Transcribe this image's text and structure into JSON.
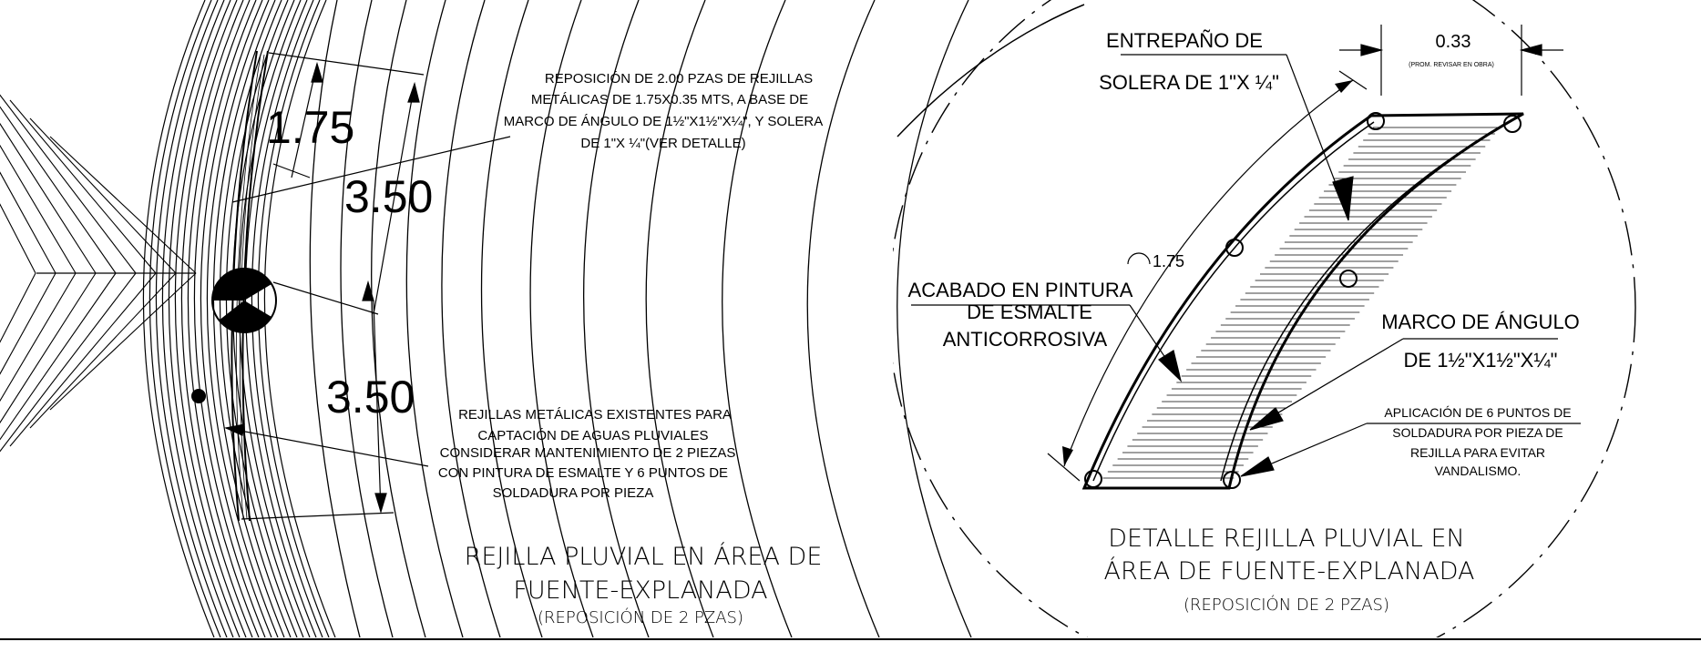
{
  "left_detail": {
    "dim_grate_length": "1.75",
    "dim_upper": "3.50",
    "dim_lower": "3.50",
    "note_replacement": [
      "REPOSICIÓN DE 2.00 PZAS DE REJILLAS",
      "METÁLICAS DE 1.75X0.35 MTS, A BASE DE",
      "MARCO DE ÁNGULO DE 1½\"X1½\"X¼\", Y SOLERA",
      "DE 1\"X ¼\"(VER DETALLE)"
    ],
    "note_existing": [
      "REJILLAS METÁLICAS EXISTENTES PARA",
      "CAPTACIÓN DE AGUAS PLUVIALES",
      "CONSIDERAR MANTENIMIENTO DE 2 PIEZAS",
      "CON PINTURA DE ESMALTE Y 6 PUNTOS DE",
      "SOLDADURA POR PIEZA"
    ],
    "title_line1": "REJILLA PLUVIAL EN ÁREA DE",
    "title_line2": "FUENTE-EXPLANADA",
    "subtitle": "(REPOSICIÓN DE 2 PZAS)"
  },
  "right_detail": {
    "label_panel_line1": "ENTREPAÑO DE",
    "label_panel_line2": "SOLERA DE 1\"X ¼\"",
    "dim_width": "0.33",
    "dim_width_note": "(PROM. REVISAR EN OBRA)",
    "dim_arc": "1.75",
    "label_finish": [
      "ACABADO EN PINTURA",
      "DE ESMALTE",
      "ANTICORROSIVA"
    ],
    "label_frame_line1": "MARCO DE ÁNGULO",
    "label_frame_line2": "DE 1½\"X1½\"X¼\"",
    "label_welds": [
      "APLICACIÓN DE 6 PUNTOS DE",
      "SOLDADURA POR PIEZA DE",
      "REJILLA PARA EVITAR",
      "VANDALISMO."
    ],
    "title_line1": "DETALLE REJILLA PLUVIAL EN",
    "title_line2": "ÁREA DE FUENTE-EXPLANADA",
    "subtitle": "(REPOSICIÓN DE 2 PZAS)"
  }
}
